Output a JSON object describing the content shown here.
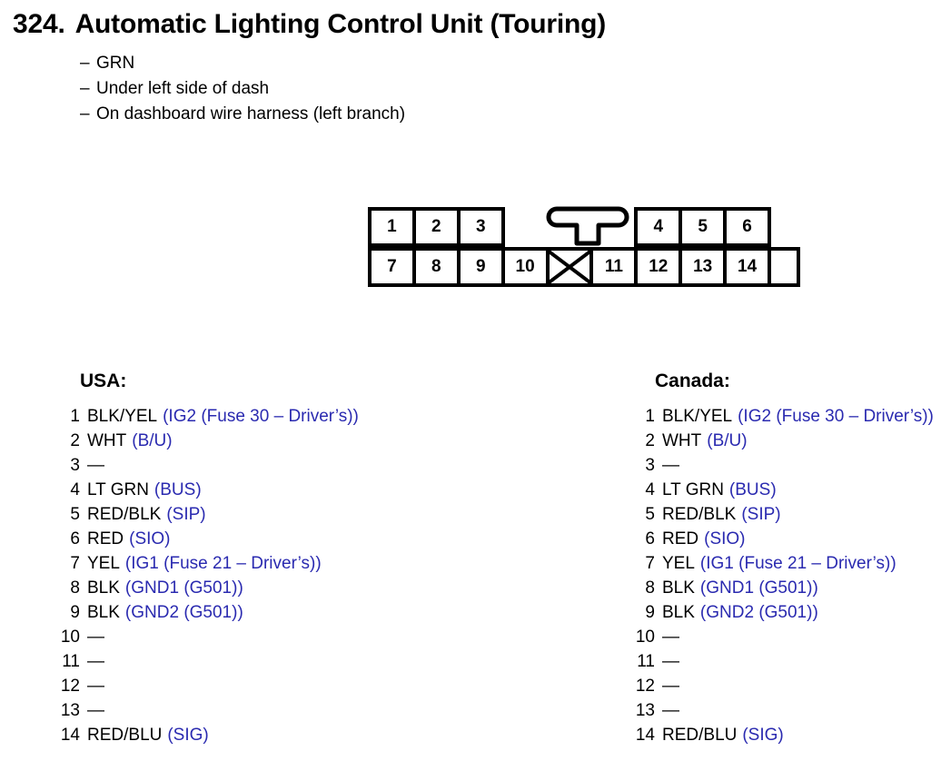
{
  "header": {
    "number": "324.",
    "title": "Automatic Lighting Control Unit (Touring)",
    "notes": [
      {
        "dash": "–",
        "text": "GRN"
      },
      {
        "dash": "–",
        "text": "Under left side of dash"
      },
      {
        "dash": "–",
        "text": "On dashboard wire harness (left branch)"
      }
    ]
  },
  "connector": {
    "top_row": [
      {
        "label": "1",
        "type": "pin"
      },
      {
        "label": "2",
        "type": "pin"
      },
      {
        "label": "3",
        "type": "pin"
      },
      {
        "label": "",
        "type": "gap"
      },
      {
        "label": "",
        "type": "gap"
      },
      {
        "label": "",
        "type": "gap"
      },
      {
        "label": "4",
        "type": "pin"
      },
      {
        "label": "5",
        "type": "pin"
      },
      {
        "label": "6",
        "type": "pin"
      }
    ],
    "bottom_row": [
      {
        "label": "7",
        "type": "pin"
      },
      {
        "label": "8",
        "type": "pin"
      },
      {
        "label": "9",
        "type": "pin"
      },
      {
        "label": "10",
        "type": "pin"
      },
      {
        "label": "",
        "type": "blank"
      },
      {
        "label": "11",
        "type": "pin"
      },
      {
        "label": "12",
        "type": "pin"
      },
      {
        "label": "13",
        "type": "pin"
      },
      {
        "label": "14",
        "type": "pin"
      }
    ]
  },
  "columns": [
    {
      "heading": "USA:",
      "pins": [
        {
          "num": "1",
          "wire": "BLK/YEL",
          "circuit": "(IG2 (Fuse 30 – Driver’s))"
        },
        {
          "num": "2",
          "wire": "WHT",
          "circuit": "(B/U)"
        },
        {
          "num": "3",
          "wire": "—",
          "circuit": ""
        },
        {
          "num": "4",
          "wire": "LT GRN",
          "circuit": "(BUS)"
        },
        {
          "num": "5",
          "wire": "RED/BLK",
          "circuit": "(SIP)"
        },
        {
          "num": "6",
          "wire": "RED",
          "circuit": "(SIO)"
        },
        {
          "num": "7",
          "wire": "YEL",
          "circuit": "(IG1 (Fuse 21 – Driver’s))"
        },
        {
          "num": "8",
          "wire": "BLK",
          "circuit": "(GND1 (G501))"
        },
        {
          "num": "9",
          "wire": "BLK",
          "circuit": "(GND2 (G501))"
        },
        {
          "num": "10",
          "wire": "—",
          "circuit": ""
        },
        {
          "num": "11",
          "wire": "—",
          "circuit": ""
        },
        {
          "num": "12",
          "wire": "—",
          "circuit": ""
        },
        {
          "num": "13",
          "wire": "—",
          "circuit": ""
        },
        {
          "num": "14",
          "wire": "RED/BLU",
          "circuit": "(SIG)"
        }
      ]
    },
    {
      "heading": "Canada:",
      "pins": [
        {
          "num": "1",
          "wire": "BLK/YEL",
          "circuit": "(IG2 (Fuse 30 – Driver’s))"
        },
        {
          "num": "2",
          "wire": "WHT",
          "circuit": "(B/U)"
        },
        {
          "num": "3",
          "wire": "—",
          "circuit": ""
        },
        {
          "num": "4",
          "wire": "LT GRN",
          "circuit": "(BUS)"
        },
        {
          "num": "5",
          "wire": "RED/BLK",
          "circuit": "(SIP)"
        },
        {
          "num": "6",
          "wire": "RED",
          "circuit": "(SIO)"
        },
        {
          "num": "7",
          "wire": "YEL",
          "circuit": "(IG1 (Fuse 21 – Driver’s))"
        },
        {
          "num": "8",
          "wire": "BLK",
          "circuit": "(GND1 (G501))"
        },
        {
          "num": "9",
          "wire": "BLK",
          "circuit": "(GND2 (G501))"
        },
        {
          "num": "10",
          "wire": "—",
          "circuit": ""
        },
        {
          "num": "11",
          "wire": "—",
          "circuit": ""
        },
        {
          "num": "12",
          "wire": "—",
          "circuit": ""
        },
        {
          "num": "13",
          "wire": "—",
          "circuit": ""
        },
        {
          "num": "14",
          "wire": "RED/BLU",
          "circuit": "(SIG)"
        }
      ]
    }
  ],
  "colors": {
    "text": "#000000",
    "circuit_blue": "#2a2ab0",
    "background": "#ffffff"
  }
}
